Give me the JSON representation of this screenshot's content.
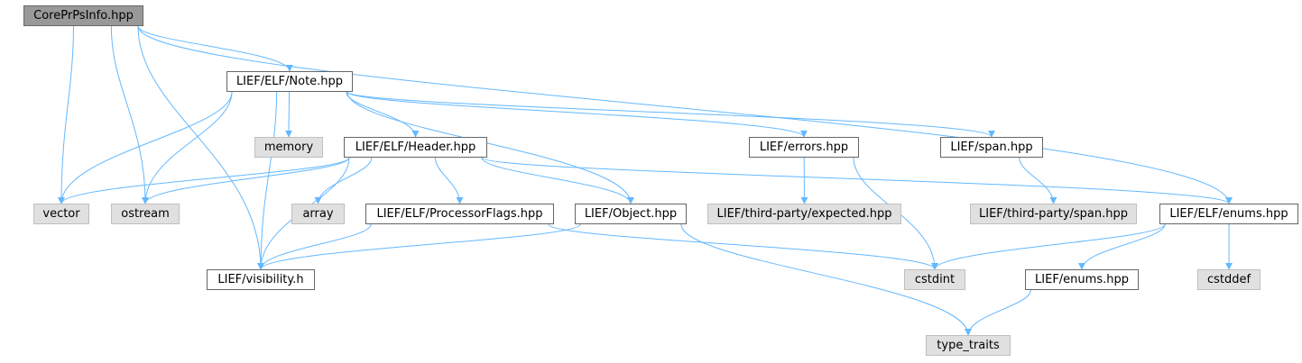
{
  "graph": {
    "root": "CorePrPsInfo.hpp",
    "nodes": {
      "coreprpsinfo": "CorePrPsInfo.hpp",
      "note": "LIEF/ELF/Note.hpp",
      "memory": "memory",
      "header": "LIEF/ELF/Header.hpp",
      "errors": "LIEF/errors.hpp",
      "span": "LIEF/span.hpp",
      "vector": "vector",
      "ostream": "ostream",
      "array": "array",
      "processorflags": "LIEF/ELF/ProcessorFlags.hpp",
      "object": "LIEF/Object.hpp",
      "expected": "LIEF/third-party/expected.hpp",
      "tp_span": "LIEF/third-party/span.hpp",
      "elf_enums": "LIEF/ELF/enums.hpp",
      "visibility": "LIEF/visibility.h",
      "cstdint": "cstdint",
      "enums": "LIEF/enums.hpp",
      "cstddef": "cstddef",
      "type_traits": "type_traits"
    },
    "edges": [
      [
        "coreprpsinfo",
        "note"
      ],
      [
        "coreprpsinfo",
        "vector"
      ],
      [
        "coreprpsinfo",
        "ostream"
      ],
      [
        "coreprpsinfo",
        "visibility"
      ],
      [
        "coreprpsinfo",
        "elf_enums"
      ],
      [
        "note",
        "memory"
      ],
      [
        "note",
        "header"
      ],
      [
        "note",
        "vector"
      ],
      [
        "note",
        "ostream"
      ],
      [
        "note",
        "visibility"
      ],
      [
        "note",
        "object"
      ],
      [
        "note",
        "errors"
      ],
      [
        "note",
        "span"
      ],
      [
        "header",
        "vector"
      ],
      [
        "header",
        "ostream"
      ],
      [
        "header",
        "visibility"
      ],
      [
        "header",
        "array"
      ],
      [
        "header",
        "processorflags"
      ],
      [
        "header",
        "object"
      ],
      [
        "header",
        "elf_enums"
      ],
      [
        "errors",
        "expected"
      ],
      [
        "errors",
        "cstdint"
      ],
      [
        "span",
        "tp_span"
      ],
      [
        "processorflags",
        "visibility"
      ],
      [
        "processorflags",
        "cstdint"
      ],
      [
        "object",
        "visibility"
      ],
      [
        "object",
        "type_traits"
      ],
      [
        "elf_enums",
        "cstdint"
      ],
      [
        "elf_enums",
        "enums"
      ],
      [
        "elf_enums",
        "cstddef"
      ],
      [
        "enums",
        "type_traits"
      ]
    ],
    "colors": {
      "edge": "#63b8ff",
      "root_fill": "#999999",
      "file_fill": "#ffffff",
      "system_fill": "#e0e0e0"
    }
  }
}
